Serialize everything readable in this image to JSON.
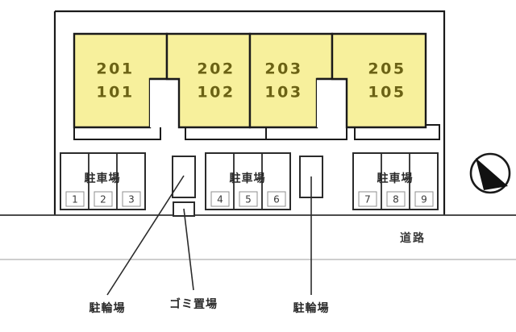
{
  "map": {
    "kind": "apartment-site-plan",
    "colors": {
      "unit_fill": "#F7F09C",
      "outline": "#1a1a1a",
      "line": "#444444",
      "unit_text": "#6b6214",
      "background": "#ffffff"
    },
    "units": [
      {
        "id": "unit-201-101",
        "upper": "201",
        "lower": "101"
      },
      {
        "id": "unit-202-102",
        "upper": "202",
        "lower": "102"
      },
      {
        "id": "unit-203-103",
        "upper": "203",
        "lower": "103"
      },
      {
        "id": "unit-205-105",
        "upper": "205",
        "lower": "105"
      }
    ],
    "parking_lots": [
      {
        "id": "parking-lot-left",
        "title": "駐車場",
        "stalls": [
          "1",
          "2",
          "3"
        ]
      },
      {
        "id": "parking-lot-middle",
        "title": "駐車場",
        "stalls": [
          "4",
          "5",
          "6"
        ]
      },
      {
        "id": "parking-lot-right",
        "title": "駐車場",
        "stalls": [
          "7",
          "8",
          "9"
        ]
      }
    ],
    "callouts": [
      {
        "id": "callout-bicycle-left",
        "label": "駐輪場"
      },
      {
        "id": "callout-garbage",
        "label": "ゴミ置場"
      },
      {
        "id": "callout-bicycle-middle",
        "label": "駐輪場"
      }
    ],
    "road": {
      "label": "道路"
    },
    "compass": {
      "name": "north-arrow"
    }
  }
}
